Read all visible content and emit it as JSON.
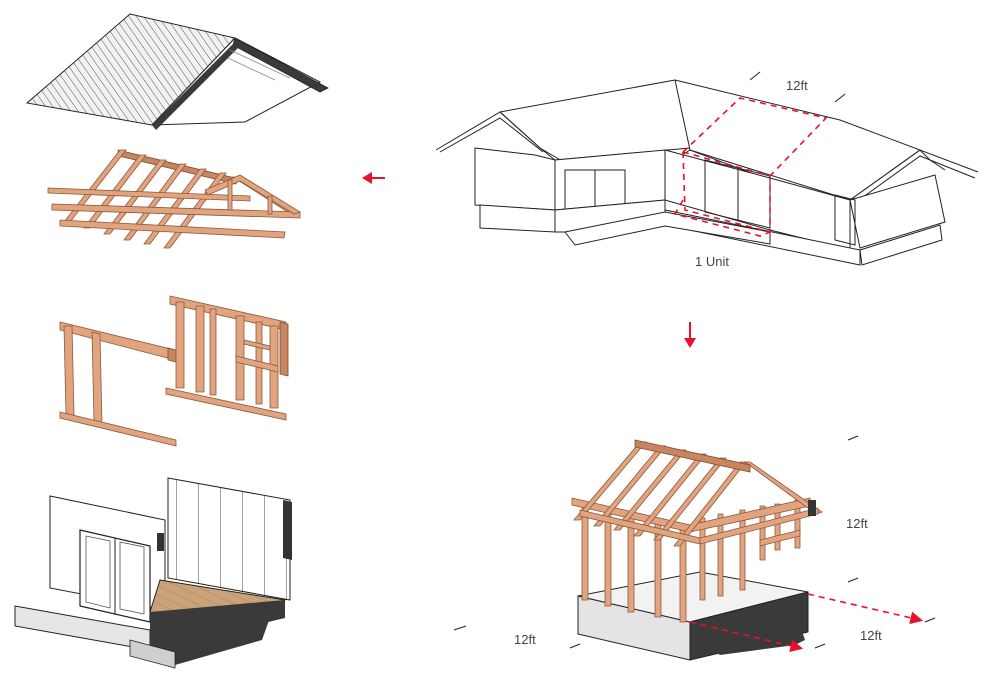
{
  "labels": {
    "unit_width_top": "12ft",
    "unit_caption": "1 Unit",
    "frame_height": "12ft",
    "frame_width_left": "12ft",
    "frame_depth_right": "12ft"
  },
  "colors": {
    "arrow_red": "#e8102a",
    "timber": "#e2a37f",
    "timber_dark": "#c98560",
    "deck": "#c9a27a",
    "concrete": "#e6e6e6",
    "roof_dark": "#3a3a3a",
    "outline": "#222222"
  },
  "icons": {
    "arrow_left": "arrow-left-icon",
    "arrow_down": "arrow-down-icon"
  }
}
